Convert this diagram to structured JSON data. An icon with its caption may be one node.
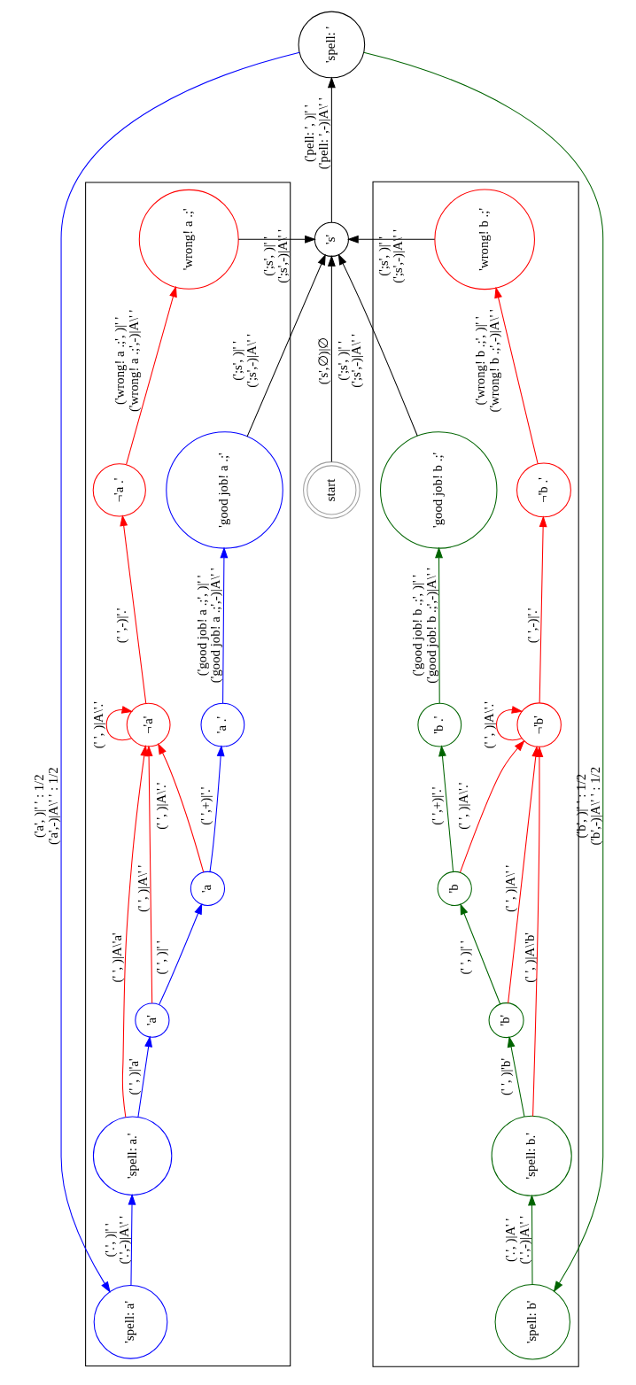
{
  "diagram": {
    "nodes": [
      {
        "text": [
          "'spell: '"
        ]
      },
      {
        "text": [
          "'s'"
        ]
      },
      {
        "text": [
          "start"
        ]
      },
      {
        "text": [],
        "shape": "box"
      },
      {
        "text": [
          "'wrong! a .;'"
        ],
        "in": 3
      },
      {
        "text": [
          "'good job! a .;'"
        ],
        "in": 3
      },
      {
        "text": [
          "¬'a .'"
        ],
        "in": 3
      },
      {
        "text": [
          "'a .'"
        ],
        "in": 3
      },
      {
        "text": [
          "¬'a'"
        ],
        "in": 3
      },
      {
        "text": [
          "'a"
        ],
        "in": 3
      },
      {
        "text": [
          "'a'"
        ],
        "in": 3
      },
      {
        "text": [
          "'spell: a.'"
        ],
        "in": 3
      },
      {
        "text": [
          "'spell: a'"
        ],
        "in": 3
      },
      {
        "text": [],
        "shape": "box"
      },
      {
        "text": [
          "'wrong! b .;'"
        ],
        "in": 13
      },
      {
        "text": [
          "'good job! b .;'"
        ],
        "in": 13
      },
      {
        "text": [
          "¬'b .'"
        ],
        "in": 13
      },
      {
        "text": [
          "'b .'"
        ],
        "in": 13
      },
      {
        "text": [
          "¬'b'"
        ],
        "in": 13
      },
      {
        "text": [
          "'b"
        ],
        "in": 13
      },
      {
        "text": [
          "'b'"
        ],
        "in": 13
      },
      {
        "text": [
          "'spell: b.'"
        ],
        "in": 13
      },
      {
        "text": [
          "'spell: b'"
        ],
        "in": 13
      }
    ],
    "edges": [
      {
        "from": 2,
        "to": 1,
        "arrow": "to",
        "label": [
          "('s',∅)|∅"
        ],
        "color": "#000000"
      },
      {
        "from": 1,
        "to": 0,
        "arrow": "to",
        "label": [
          "('pell: ', )|' '",
          "('pell: ',-)|A\\' '"
        ],
        "color": "#000000"
      },
      {
        "from": 0,
        "to": 12,
        "arrow": "to",
        "label": [
          "('a', )|' ' : 1/2",
          "('a',-)|A\\' ' : 1/2"
        ],
        "color": "#0000ff"
      },
      {
        "from": 0,
        "to": 22,
        "arrow": "to",
        "label": [
          "('b', )|' ' : 1/2",
          "('b',-)|A\\' ' : 1/2"
        ],
        "color": "#006400"
      },
      {
        "from": 12,
        "to": 11,
        "arrow": "to",
        "label": [
          "('.', )|' '",
          "('.',-)|A\\' '"
        ],
        "color": "#0000ff"
      },
      {
        "from": 11,
        "to": 8,
        "arrow": "to",
        "label": [
          "(' ', )|A\\'a'"
        ]
      },
      {
        "from": 11,
        "to": 10,
        "arrow": "to",
        "label": [
          "(' ', )|'a'"
        ],
        "color": "#0000ff"
      },
      {
        "from": 10,
        "to": 8,
        "arrow": "to",
        "label": [
          "(' ', )|A\\' '"
        ]
      },
      {
        "from": 10,
        "to": 9,
        "arrow": "to",
        "label": [
          "(' ', )|' '"
        ],
        "color": "#0000ff"
      },
      {
        "from": 9,
        "to": 8,
        "arrow": "to",
        "label": [
          "(' ', )|A\\'.'"
        ]
      },
      {
        "from": 8,
        "to": 8,
        "arrow": "to",
        "label": [
          "(' ', )|A\\'.'"
        ]
      },
      {
        "from": 8,
        "to": 6,
        "arrow": "to",
        "label": [
          "(' ',-)|'.'"
        ]
      },
      {
        "from": 9,
        "to": 7,
        "arrow": "to",
        "label": [
          "(' ',+)|'.'"
        ],
        "color": "#0000ff"
      },
      {
        "from": 6,
        "to": 4,
        "arrow": "to",
        "label": [
          "('wrong! a .;', )|' '",
          "('wrong! a .;',-)|A\\' '"
        ]
      },
      {
        "from": 7,
        "to": 5,
        "arrow": "to",
        "label": [
          "('good job! a .;', )|' '",
          "('good job! a .;',-)|A\\' '"
        ],
        "color": "#0000ff"
      },
      {
        "from": 4,
        "to": 1,
        "arrow": "to",
        "label": [
          "(';s', )|' '",
          "(';s',-)|A\\' '"
        ],
        "color": "#000000"
      },
      {
        "from": 5,
        "to": 1,
        "arrow": "to",
        "label": [
          "(';s', )|' '",
          "(';s',-)|A\\' '"
        ],
        "color": "#000000"
      },
      {
        "from": 22,
        "to": 21,
        "arrow": "to",
        "label": [
          "('.', )|A' '",
          "('.',-)|A\\' '"
        ],
        "color": "#006400"
      },
      {
        "from": 21,
        "to": 18,
        "arrow": "to",
        "label": [
          "(' ', )|A\\'b'"
        ]
      },
      {
        "from": 21,
        "to": 20,
        "arrow": "to",
        "label": [
          "(' ', )|'b'"
        ],
        "color": "#006400"
      },
      {
        "from": 20,
        "to": 18,
        "arrow": "to",
        "label": [
          "(' ', )|A\\' '"
        ]
      },
      {
        "from": 20,
        "to": 19,
        "arrow": "to",
        "label": [
          "(' ', )|' '"
        ],
        "color": "#006400"
      },
      {
        "from": 19,
        "to": 18,
        "arrow": "to",
        "label": [
          "(' ', )|A\\'.'"
        ]
      },
      {
        "from": 18,
        "to": 18,
        "arrow": "to",
        "label": [
          "(' ', )|A\\'.'"
        ]
      },
      {
        "from": 18,
        "to": 16,
        "arrow": "to",
        "label": [
          "(' ',-)|'.'"
        ]
      },
      {
        "from": 19,
        "to": 17,
        "arrow": "to",
        "label": [
          "(' ',+)|'.'"
        ],
        "color": "#006400"
      },
      {
        "from": 16,
        "to": 14,
        "arrow": "to",
        "label": [
          "('wrong! b .;', )|' '",
          "('wrong! b .;',-)|A\\' '"
        ]
      },
      {
        "from": 17,
        "to": 15,
        "arrow": "to",
        "label": [
          "('good job! b .;', )|' '",
          "('good job! b .;',-)|A\\' '"
        ],
        "color": "#006400"
      },
      {
        "from": 14,
        "to": 1,
        "arrow": "to",
        "label": [
          "(';s', )|' '",
          "(';s',-)|A\\' '"
        ],
        "color": "#000000"
      },
      {
        "from": 15,
        "to": 1,
        "arrow": "to",
        "label": [
          "(';s', )|' '",
          "(';s',-)|A\\' '"
        ],
        "color": "#000000"
      }
    ]
  }
}
